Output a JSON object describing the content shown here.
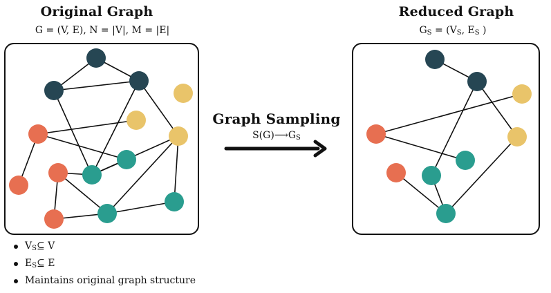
{
  "original": {
    "title": "Original Graph",
    "subtitle": "G = (V, E), N = |V|, M = |E|",
    "nodes": [
      {
        "id": "a",
        "color": "#264653"
      },
      {
        "id": "b",
        "color": "#264653"
      },
      {
        "id": "c",
        "color": "#264653"
      },
      {
        "id": "d",
        "color": "#e9c46a"
      },
      {
        "id": "e",
        "color": "#e9c46a"
      },
      {
        "id": "f",
        "color": "#e9c46a"
      },
      {
        "id": "g",
        "color": "#e76f51"
      },
      {
        "id": "h",
        "color": "#e76f51"
      },
      {
        "id": "i",
        "color": "#e76f51"
      },
      {
        "id": "j",
        "color": "#e76f51"
      },
      {
        "id": "k",
        "color": "#2a9d8f"
      },
      {
        "id": "l",
        "color": "#2a9d8f"
      },
      {
        "id": "m",
        "color": "#2a9d8f"
      },
      {
        "id": "n",
        "color": "#2a9d8f"
      }
    ],
    "edges": [
      [
        "a",
        "b"
      ],
      [
        "a",
        "c"
      ],
      [
        "b",
        "c"
      ],
      [
        "b",
        "l"
      ],
      [
        "c",
        "l"
      ],
      [
        "c",
        "f"
      ],
      [
        "e",
        "g"
      ],
      [
        "g",
        "h"
      ],
      [
        "g",
        "k"
      ],
      [
        "f",
        "l"
      ],
      [
        "f",
        "n"
      ],
      [
        "f",
        "m"
      ],
      [
        "l",
        "k"
      ],
      [
        "i",
        "l"
      ],
      [
        "i",
        "m"
      ],
      [
        "i",
        "j"
      ],
      [
        "j",
        "m"
      ],
      [
        "m",
        "n"
      ]
    ]
  },
  "reduced": {
    "title": "Reduced Graph",
    "subtitle_main": "G",
    "subtitle_sub": "S",
    "subtitle_rest": " = (V",
    "subtitle_sub2": "S",
    "subtitle_mid": ", E",
    "subtitle_sub3": "S",
    "subtitle_end": " )",
    "nodes": [
      {
        "id": "a",
        "color": "#264653"
      },
      {
        "id": "b",
        "color": "#264653"
      },
      {
        "id": "d",
        "color": "#e9c46a"
      },
      {
        "id": "f",
        "color": "#e9c46a"
      },
      {
        "id": "g",
        "color": "#e76f51"
      },
      {
        "id": "i",
        "color": "#e76f51"
      },
      {
        "id": "k",
        "color": "#2a9d8f"
      },
      {
        "id": "l",
        "color": "#2a9d8f"
      },
      {
        "id": "m",
        "color": "#2a9d8f"
      }
    ],
    "edges": [
      [
        "a",
        "b"
      ],
      [
        "b",
        "l"
      ],
      [
        "b",
        "f"
      ],
      [
        "d",
        "g"
      ],
      [
        "g",
        "k"
      ],
      [
        "l",
        "m"
      ],
      [
        "i",
        "m"
      ],
      [
        "f",
        "m"
      ]
    ]
  },
  "sampling": {
    "title": "Graph Sampling",
    "formula_main": "S(G)",
    "formula_arrow": "⟶",
    "formula_g": "G",
    "formula_sub": "S"
  },
  "bullets": [
    {
      "main": "V",
      "sub": "S",
      "rest": "⊆ V"
    },
    {
      "main": "E",
      "sub": "S",
      "rest": "⊆ E"
    },
    {
      "main": "Maintains original graph structure",
      "sub": "",
      "rest": ""
    }
  ]
}
